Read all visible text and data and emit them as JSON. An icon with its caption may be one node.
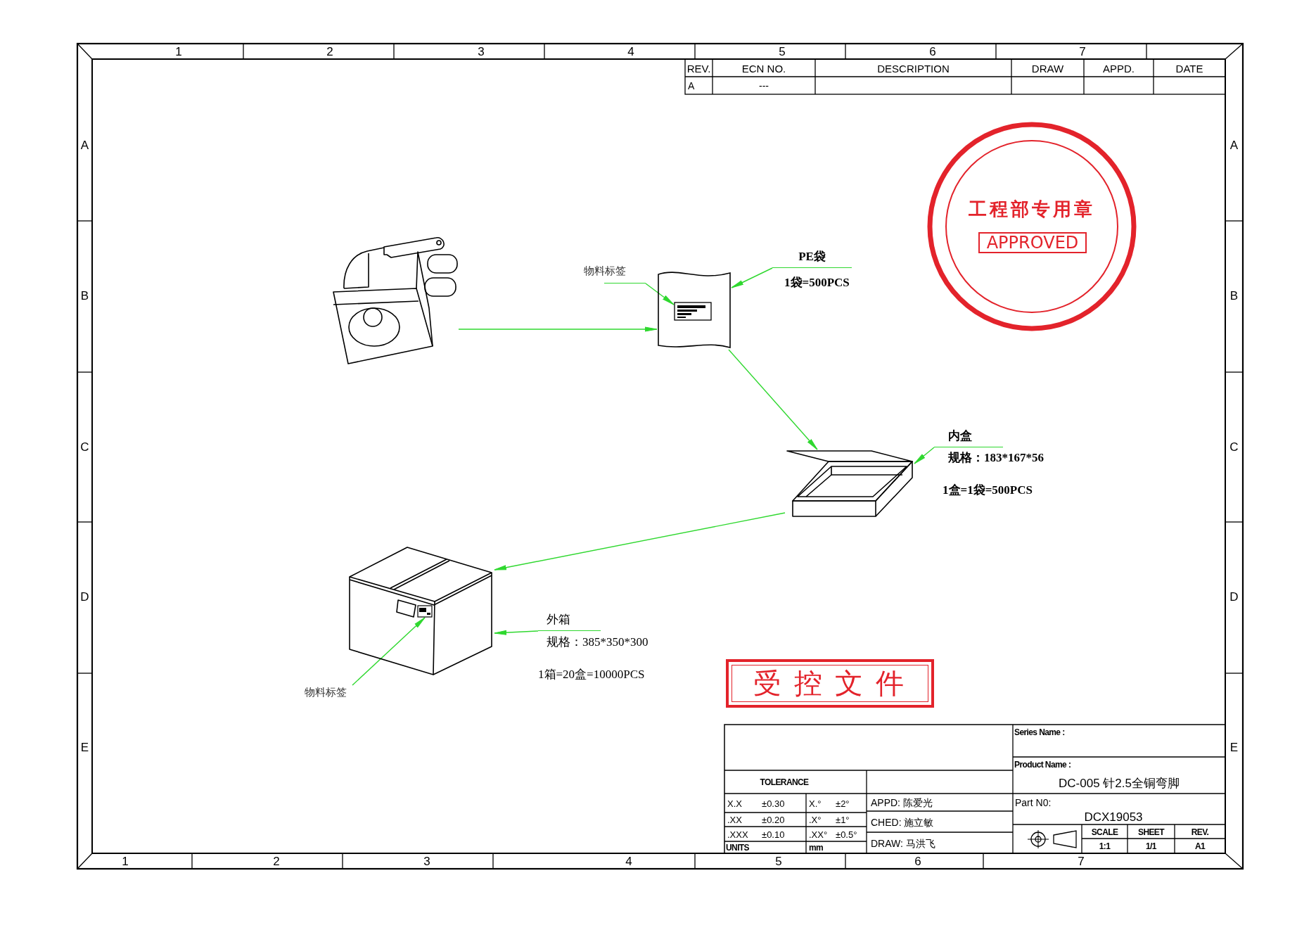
{
  "diagram": {
    "nodes": [
      {
        "text": [],
        "shape": "picture"
      },
      {
        "text": [
          "物料标签"
        ]
      },
      {
        "text": [],
        "shape": "picture"
      },
      {
        "text": [],
        "shape": "picture",
        "in": 2
      },
      {
        "text": [
          "PE袋",
          "1袋=500PCS"
        ]
      },
      {
        "text": [
          "内盒",
          "规格：183*167*56",
          "1盒=1袋=500PCS"
        ]
      },
      {
        "text": [],
        "shape": "picture"
      },
      {
        "text": [],
        "shape": "picture"
      },
      {
        "text": [],
        "shape": "picture",
        "in": 7
      },
      {
        "text": [
          "外箱",
          "规格：385*350*300",
          "1箱=20盒=10000PCS"
        ]
      },
      {
        "text": [
          "物料标签"
        ]
      },
      {
        "text": [
          "受 控 文 件"
        ]
      },
      {
        "text": [
          "工程部专用章"
        ]
      },
      {
        "text": [
          "APPROVED"
        ],
        "in": 12
      }
    ],
    "edges": [
      {
        "from": 0,
        "to": 2,
        "arrow": "to"
      },
      {
        "from": 2,
        "to": 6,
        "arrow": "to"
      },
      {
        "from": 6,
        "to": 7,
        "arrow": "to"
      },
      {
        "from": 1,
        "to": 3,
        "arrow": "to"
      },
      {
        "from": 4,
        "to": 2,
        "arrow": "to"
      },
      {
        "from": 5,
        "to": 6,
        "arrow": "to"
      },
      {
        "from": 9,
        "to": 7,
        "arrow": "to"
      },
      {
        "from": 10,
        "to": 8,
        "arrow": "to"
      }
    ],
    "labels": [
      "1",
      "2",
      "3",
      "4",
      "5",
      "6",
      "7",
      "REV.",
      "ECN NO.",
      "DESCRIPTION",
      "DRAW",
      "APPD.",
      "DATE",
      "A",
      "---",
      "A",
      "B",
      "C",
      "D",
      "E",
      "A",
      "B",
      "C",
      "D",
      "E",
      "Series Name :",
      "Product Name :",
      "DC-005 针2.5全铜弯脚",
      "TOLERANCE",
      "X.X",
      "±0.30",
      "X.°",
      "±2°",
      "APPD: 陈爱光",
      "Part N0:",
      ".XX",
      "±0.20",
      ".X°",
      "±1°",
      "CHED: 施立敏",
      "DCX19053",
      ".XXX",
      "±0.10",
      ".XX°",
      "±0.5°",
      "DRAW: 马洪飞",
      "SCALE",
      "SHEET",
      "REV.",
      "UNITS",
      "mm",
      "1:1",
      "1/1",
      "A1",
      "1",
      "2",
      "3",
      "4",
      "5",
      "6",
      "7"
    ]
  }
}
